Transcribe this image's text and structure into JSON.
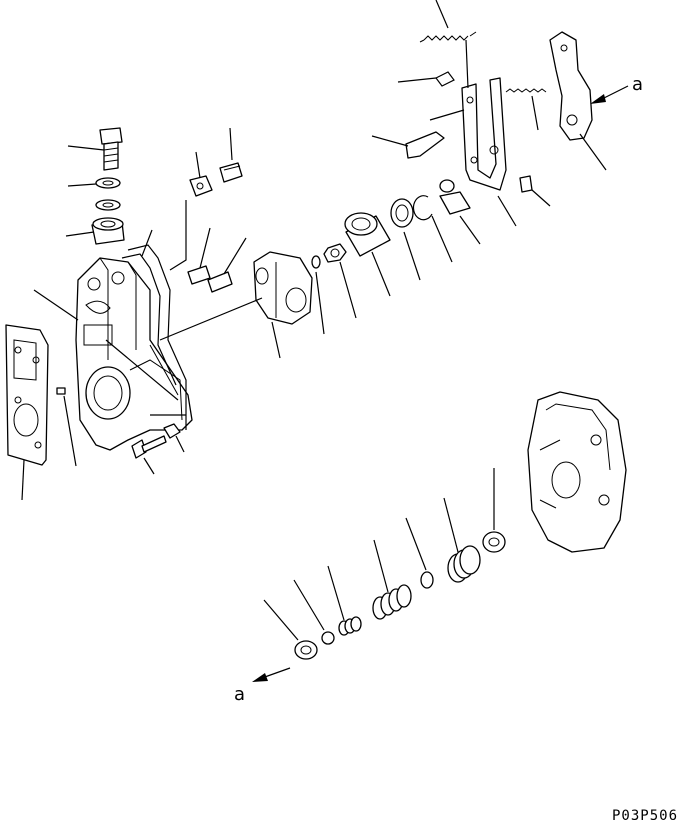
{
  "labels": {
    "ref_upper": "a",
    "ref_lower": "a",
    "drawing_code": "P03P506"
  }
}
